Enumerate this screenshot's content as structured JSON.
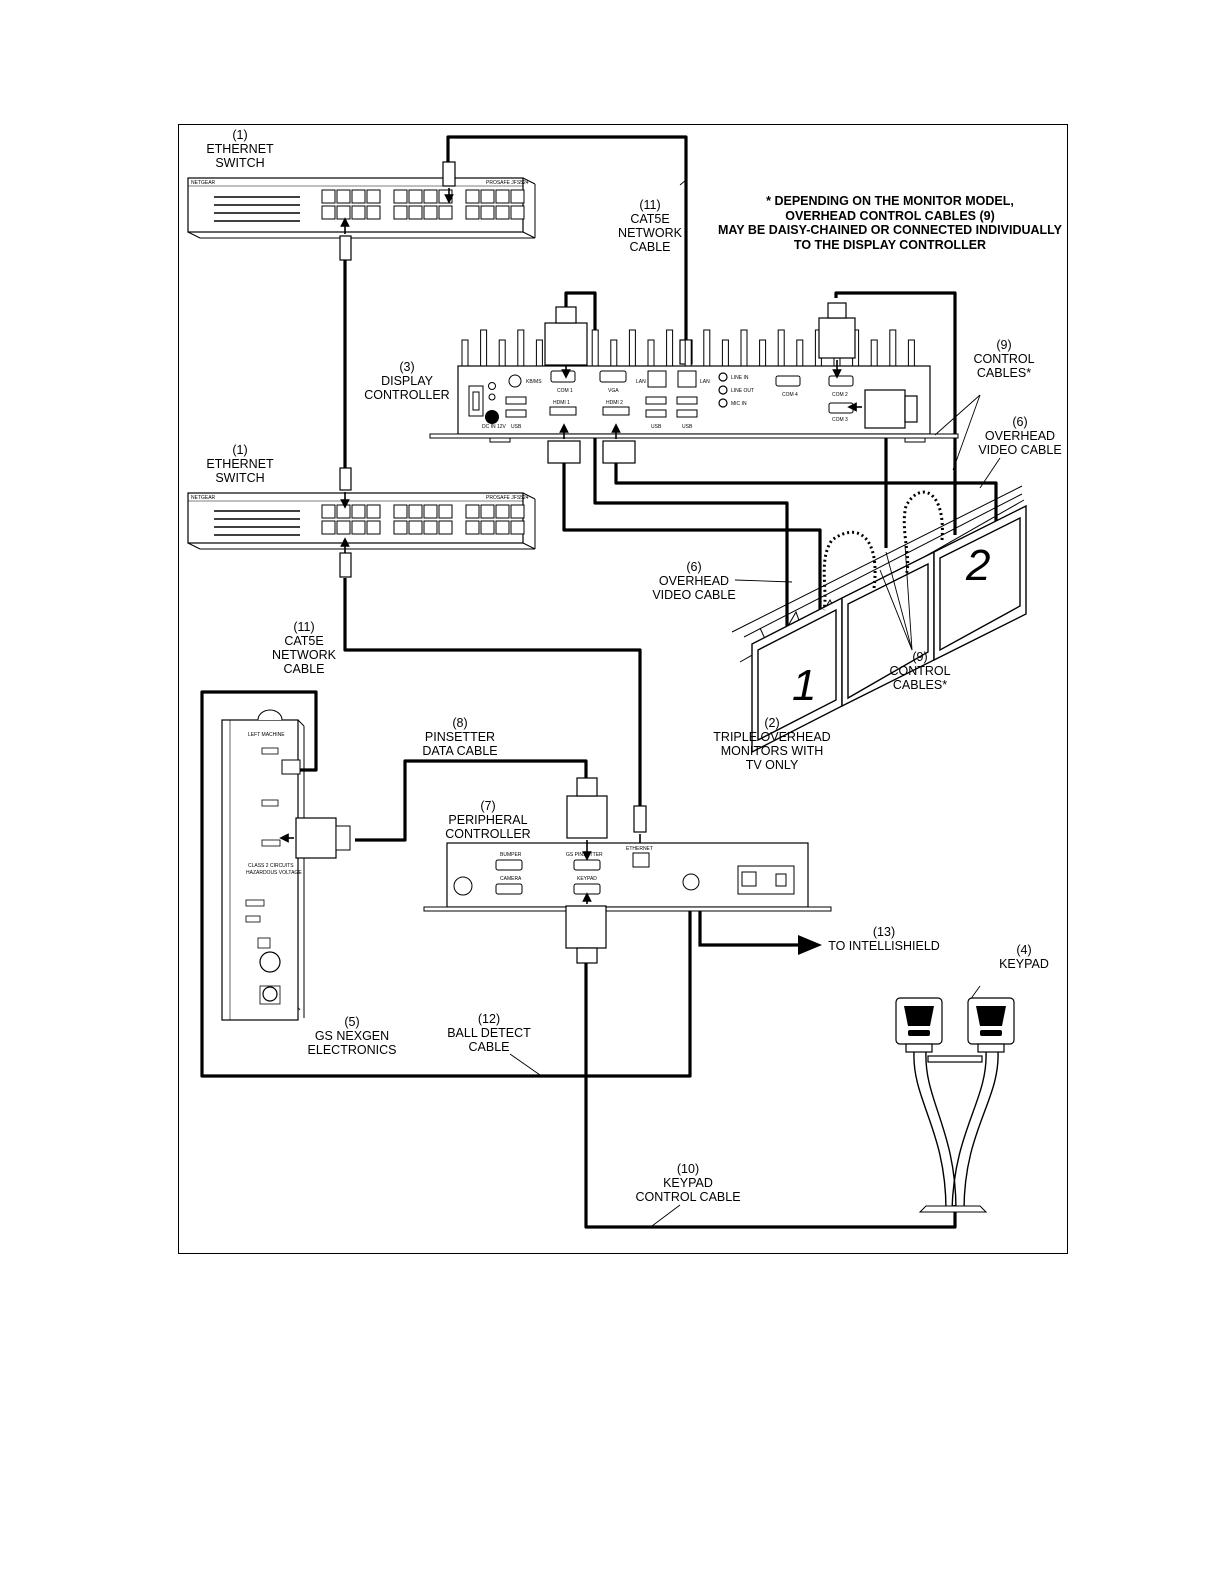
{
  "note": {
    "lines": [
      "* DEPENDING ON THE MONITOR MODEL,",
      "OVERHEAD CONTROL CABLES (9)",
      "MAY BE DAISY-CHAINED OR CONNECTED INDIVIDUALLY",
      "TO THE DISPLAY CONTROLLER"
    ]
  },
  "labels": {
    "switch_top": [
      "(1)",
      "ETHERNET",
      "SWITCH"
    ],
    "switch_mid": [
      "(1)",
      "ETHERNET",
      "SWITCH"
    ],
    "cat5e_top": [
      "(11)",
      "CAT5E",
      "NETWORK",
      "CABLE"
    ],
    "cat5e_bottom": [
      "(11)",
      "CAT5E",
      "NETWORK",
      "CABLE"
    ],
    "display_controller": [
      "(3)",
      "DISPLAY",
      "CONTROLLER"
    ],
    "control_cables_top": [
      "(9)",
      "CONTROL",
      "CABLES*"
    ],
    "overhead_video_right": [
      "(6)",
      "OVERHEAD",
      "VIDEO CABLE"
    ],
    "overhead_video_left": [
      "(6)",
      "OVERHEAD",
      "VIDEO CABLE"
    ],
    "control_cables_bottom": [
      "(9)",
      "CONTROL",
      "CABLES*"
    ],
    "monitors": [
      "(2)",
      "TRIPLE OVERHEAD",
      "MONITORS WITH",
      "TV ONLY"
    ],
    "pinsetter_cable": [
      "(8)",
      "PINSETTER",
      "DATA CABLE"
    ],
    "peripheral_controller": [
      "(7)",
      "PERIPHERAL",
      "CONTROLLER"
    ],
    "intellishield": [
      "(13)",
      "TO INTELLISHIELD"
    ],
    "keypad": [
      "(4)",
      "KEYPAD"
    ],
    "nexgen": [
      "(5)",
      "GS NEXGEN",
      "ELECTRONICS"
    ],
    "ball_detect": [
      "(12)",
      "BALL DETECT",
      "CABLE"
    ],
    "keypad_cable": [
      "(10)",
      "KEYPAD",
      "CONTROL CABLE"
    ]
  },
  "device_text": {
    "switch_brand": "NETGEAR",
    "switch_model": "PROSAFE JFS524",
    "lane_numbers": [
      "1",
      "2"
    ],
    "left_machine": "LEFT MACHINE",
    "hazard": [
      "CLASS 2 CIRCUITS",
      "HAZARDOUS VOLTAGE"
    ],
    "dc_ports": [
      "COM 1",
      "VGA",
      "LAN",
      "LAN",
      "LINE IN",
      "LINE OUT",
      "MIC IN",
      "COM 4",
      "COM 2",
      "COM 3",
      "HDMI 1",
      "HDMI 2",
      "USB",
      "USB",
      "USB",
      "DC IN 12V",
      "KB/MS"
    ],
    "pc_ports": [
      "BUMPER",
      "GS PINSETTER",
      "CAMERA",
      "KEYPAD",
      "ETHERNET"
    ]
  }
}
